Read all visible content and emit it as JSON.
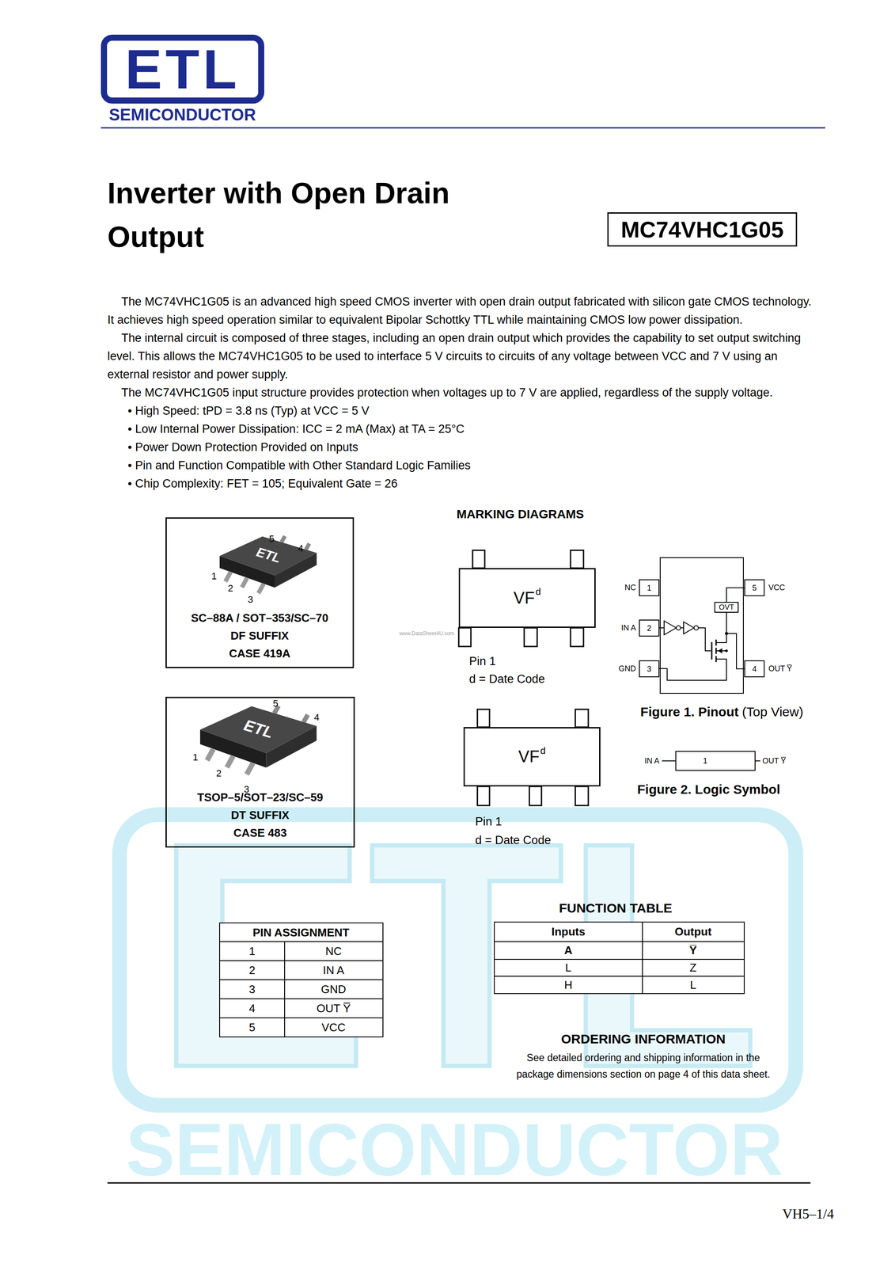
{
  "diagram": {
    "title": "Inverter with Open Drain Output",
    "nodes": [
      {
        "text": [
          "ETL"
        ]
      },
      {
        "text": [
          "MC74VHC1G05"
        ]
      },
      {
        "text": [
          "SC–88A / SOT–353/SC–70",
          "DF SUFFIX",
          "CASE 419A"
        ]
      },
      {
        "text": [
          "TSOP–5/SOT–23/SC–59",
          "DT SUFFIX",
          "CASE 483"
        ]
      },
      {
        "text": [
          "VF",
          "d"
        ]
      },
      {
        "text": [
          "VF",
          "d"
        ]
      },
      {
        "text": [
          "1"
        ]
      },
      {
        "text": [
          "5"
        ]
      },
      {
        "text": [
          "OVT"
        ]
      },
      {
        "text": [
          "2"
        ]
      },
      {
        "text": [
          "3"
        ]
      },
      {
        "text": [
          "4"
        ]
      },
      {
        "text": [
          "1"
        ]
      }
    ],
    "edges": [
      {
        "from": 7,
        "to": 8,
        "arrow": "none"
      },
      {
        "from": 8,
        "to": 11,
        "arrow": "none"
      }
    ],
    "labels": [
      "SEMICONDUCTOR",
      "The MC74VHC1G05 is an advanced high speed CMOS inverter with open drain output fabricated with silicon gate CMOS technology. It achieves high speed operation similar to equivalent Bipolar Schottky TTL while maintaining CMOS low power dissipation.",
      "The internal circuit is composed of three stages, including an open drain output which provides the capability to set output switching level. This allows the MC74VHC1G05 to be used to interface 5 V circuits to circuits of any voltage between VCC and 7 V using an external resistor and power supply.",
      "The MC74VHC1G05 input structure provides protection when voltages up to 7 V are applied, regardless of the supply voltage.",
      "• High Speed: tPD = 3.8 ns (Typ) at VCC = 5 V",
      "• Low Internal Power Dissipation: ICC = 2 mA (Max) at TA = 25°C",
      "• Power Down Protection Provided on Inputs",
      "• Pin and Function Compatible with Other Standard Logic Families",
      "• Chip Complexity: FET = 105; Equivalent Gate = 26",
      "5",
      "4",
      "1",
      "2",
      "3",
      "ETL",
      "5",
      "4",
      "1",
      "2",
      "3",
      "ETL",
      "MARKING DIAGRAMS",
      "www.DataSheet4U.com",
      "Pin 1",
      "d = Date Code",
      "Pin 1",
      "d = Date Code",
      "NC",
      "VCC",
      "IN A",
      "GND",
      "OUT Y̅",
      "Figure 1. Pinout",
      "(Top View)",
      "IN A",
      "OUT Y̅",
      "Figure 2. Logic Symbol",
      "PIN ASSIGNMENT",
      "1",
      "NC",
      "2",
      "IN A",
      "3",
      "GND",
      "4",
      "OUT Y̅",
      "5",
      "VCC",
      "FUNCTION TABLE",
      "Inputs",
      "Output",
      "A",
      "Y̅",
      "L",
      "Z",
      "H",
      "L",
      "ORDERING INFORMATION",
      "See detailed ordering and shipping information in the package dimensions section on page 4 of this data sheet.",
      "ETL",
      "SEMICONDUCTOR",
      "VH5–1/4"
    ]
  }
}
